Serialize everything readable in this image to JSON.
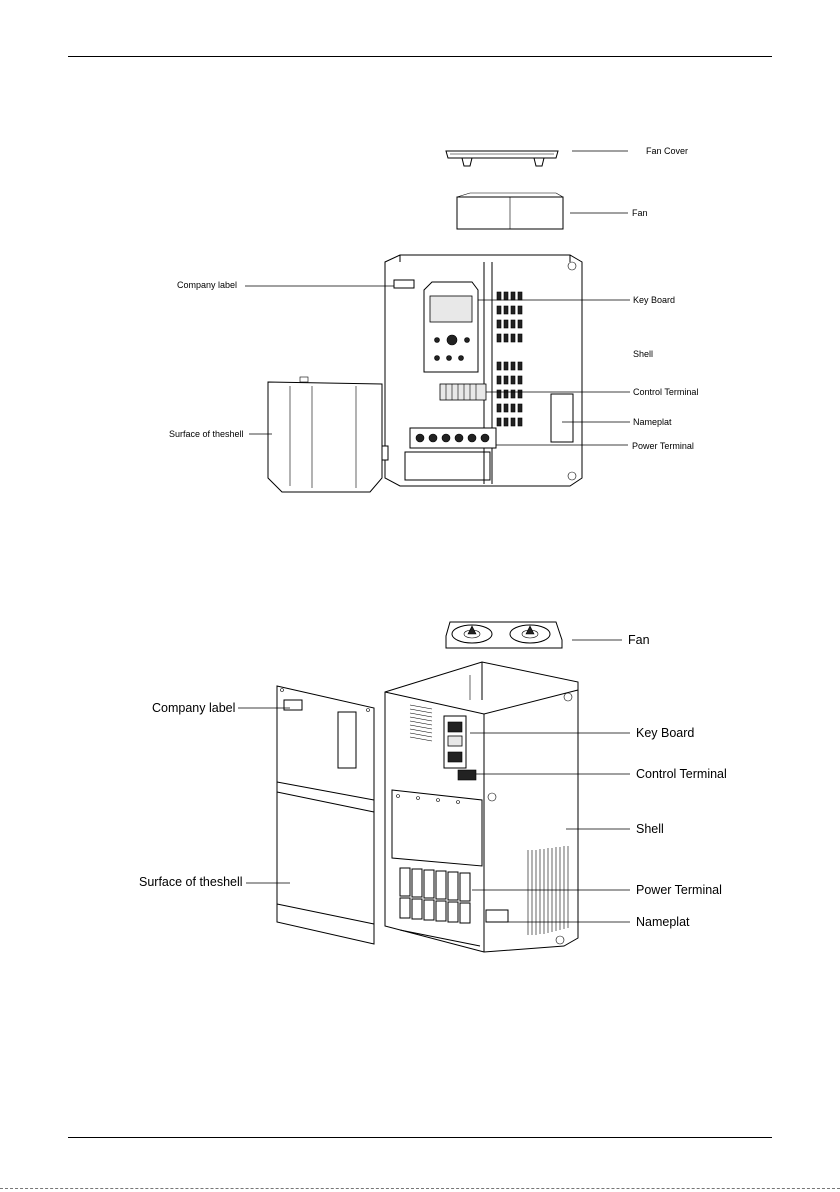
{
  "figure1": {
    "labels": {
      "fan_cover": "Fan Cover",
      "fan": "Fan",
      "company_label": "Company label",
      "key_board": "Key Board",
      "shell": "Shell",
      "control_terminal": "Control Terminal",
      "nameplat": "Nameplat",
      "surface_of_theshell": "Surface of theshell",
      "power_terminal": "Power Terminal"
    }
  },
  "figure2": {
    "labels": {
      "fan": "Fan",
      "company_label": "Company label",
      "key_board": "Key Board",
      "control_terminal": "Control Terminal",
      "shell": "Shell",
      "surface_of_theshell": "Surface of theshell",
      "power_terminal": "Power Terminal",
      "nameplat": "Nameplat"
    }
  }
}
